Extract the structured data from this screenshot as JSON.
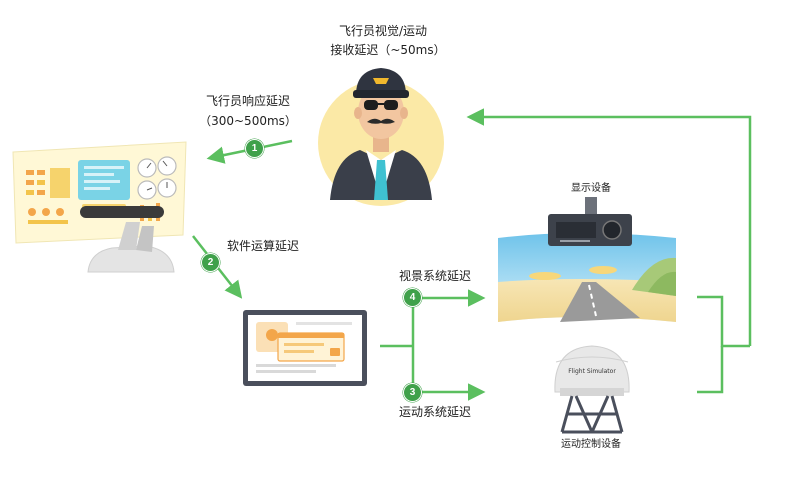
{
  "labels": {
    "pilot_visual_line1": "飞行员视觉/运动",
    "pilot_visual_line2": "接收延迟（~50ms）",
    "pilot_response_line1": "飞行员响应延迟",
    "pilot_response_line2": "（300~500ms）",
    "software_delay": "软件运算延迟",
    "visual_system_delay": "视景系统延迟",
    "motion_system_delay": "运动系统延迟",
    "display_device": "显示设备",
    "motion_control_device": "运动控制设备",
    "simulator_text": "Flight Simulator"
  },
  "badges": {
    "b1": "1",
    "b2": "2",
    "b3": "3",
    "b4": "4"
  },
  "colors": {
    "arrow": "#5bbf5f",
    "badge": "#3fa14a",
    "sky": "#8fd3f0",
    "road": "#9a9a9a",
    "skin": "#f2c6a0",
    "suit": "#3a3f4a"
  }
}
